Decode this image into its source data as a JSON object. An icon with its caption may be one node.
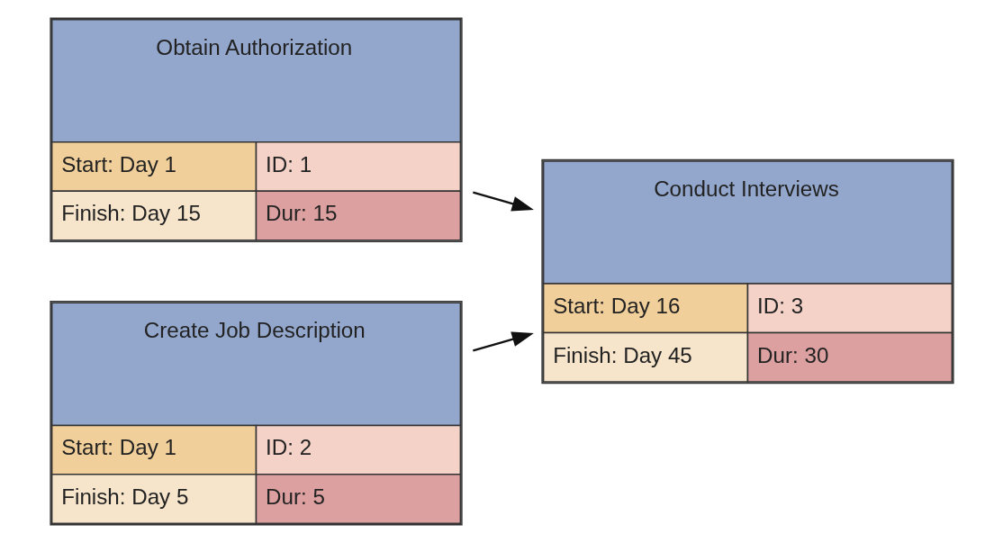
{
  "diagram": {
    "nodes": [
      {
        "text": [
          "Obtain Authorization",
          "Start: Day 1",
          "ID: 1",
          "Finish: Day 15",
          "Dur: 15"
        ]
      },
      {
        "text": [
          "Create Job Description",
          "Start: Day 1",
          "ID: 2",
          "Finish: Day 5",
          "Dur: 5"
        ]
      },
      {
        "text": [
          "Conduct Interviews",
          "Start: Day 16",
          "ID: 3",
          "Finish: Day 45",
          "Dur: 30"
        ]
      }
    ],
    "edges": [
      {
        "from": 0,
        "to": 2,
        "arrow": "to"
      },
      {
        "from": 1,
        "to": 2,
        "arrow": "to"
      }
    ]
  }
}
